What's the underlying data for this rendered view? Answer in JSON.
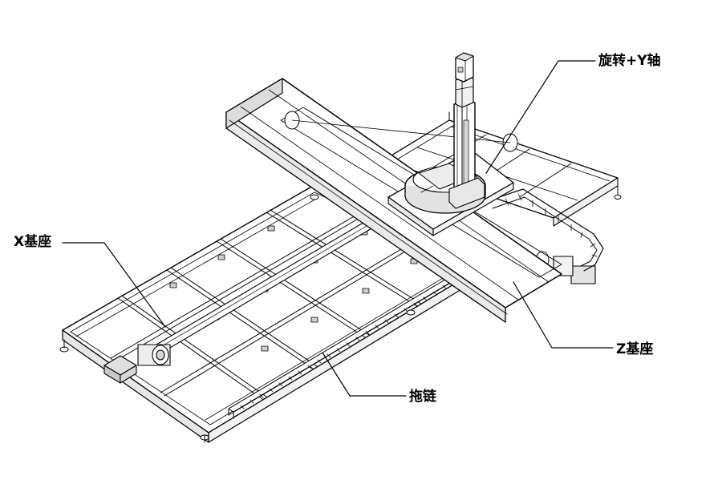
{
  "labels": {
    "rotation_y_axis": "旋转+Y轴",
    "x_base": "X基座",
    "z_base": "Z基座",
    "drag_chain": "拖链"
  }
}
